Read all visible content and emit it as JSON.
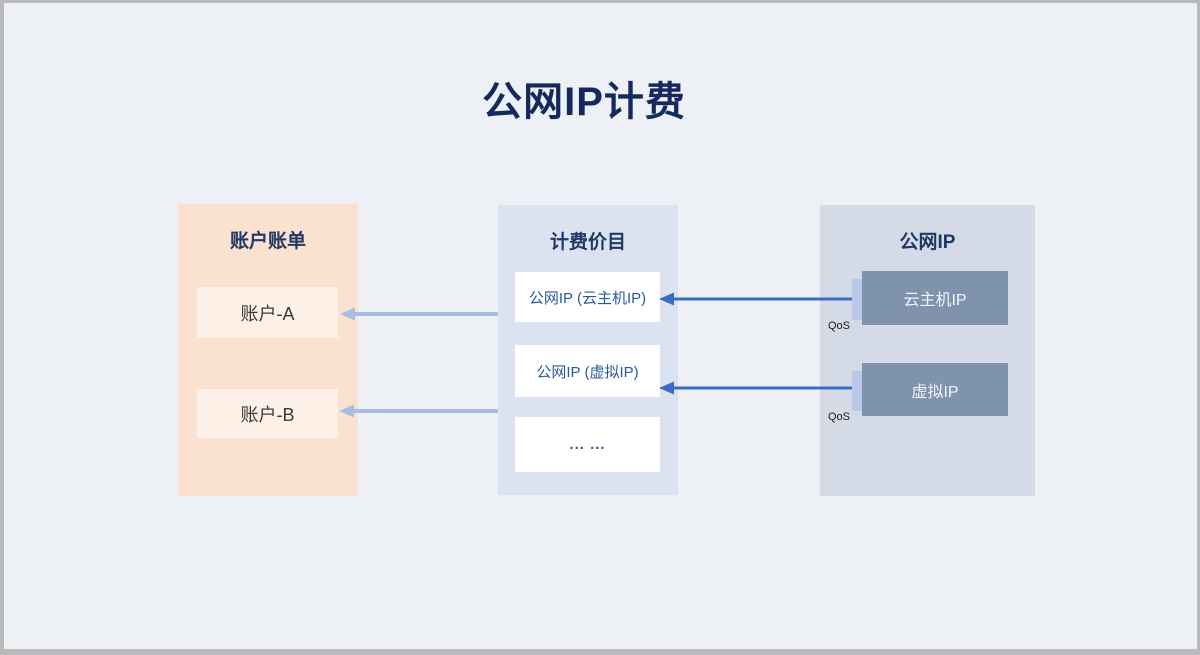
{
  "title": "公网IP计费",
  "panels": {
    "bills": {
      "title": "账户账单",
      "items": [
        {
          "label": "账户-A"
        },
        {
          "label": "账户-B"
        }
      ]
    },
    "pricing": {
      "title": "计费价目",
      "items": [
        {
          "label": "公网IP (云主机IP)"
        },
        {
          "label": "公网IP (虚拟IP)"
        },
        {
          "label": "... ..."
        }
      ]
    },
    "public_ip": {
      "title": "公网IP",
      "items": [
        {
          "label": "云主机IP",
          "qos": "QoS"
        },
        {
          "label": "虚拟IP",
          "qos": "QoS"
        }
      ]
    }
  },
  "colors": {
    "page_background": "#edf1f6",
    "frame_border": "#b9b9b9",
    "title_text": "#16295c",
    "bills_panel": "#fbe2d0",
    "bills_item": "#fdf0e6",
    "pricing_panel": "#dce3f0",
    "pricing_item": "#ffffff",
    "public_ip_panel": "#d5dbe6",
    "public_ip_item": "#8093ac",
    "qos_tab": "#b9c8e9",
    "arrow_dark": "#3a6bc6",
    "arrow_light": "#a9bde2"
  }
}
